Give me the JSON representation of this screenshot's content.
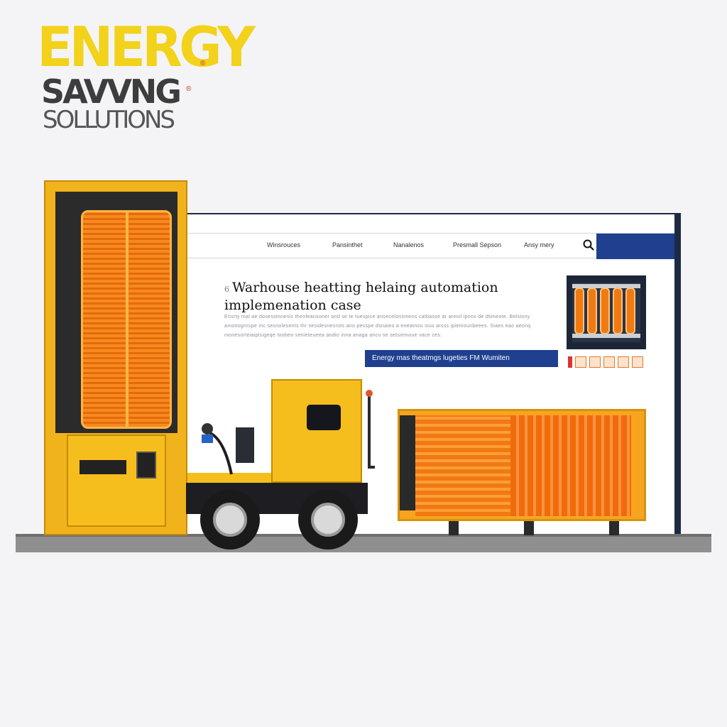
{
  "logo": {
    "line1": "ENERGY",
    "line2": "SAVVNG",
    "line3": "SOLLUTIONS"
  },
  "nav": {
    "links": [
      "Winsrouces",
      "Pansinthet",
      "Nanalenos",
      "Presmall Sepson",
      "Ansy mery"
    ]
  },
  "article": {
    "number": "6",
    "title": "Warhouse heatting helaing automation implemenation case",
    "body": "Ensrty mal ae dosessmnenis theofeansoner and se te tuespice ansecelonsmens catbasse ar arenil ipnos de dtimeote. Belstsny amonogrnspe inc sesnolesents thr sesidesnesrots ano pesspe dsnaieo a eneatnou sius arsss ipiemounbeees. Siaes eao aeonq nionesorteiaipisigeqe toobeo senieteueea andio inna anaga ancu se setsiemoue vace ces.",
    "banner": "Energy mas theatmgs lugeties FM Wumiten"
  },
  "colors": {
    "brand_yellow": "#f2d21b",
    "accent_blue": "#1f3f8f",
    "orange": "#f58a1f"
  },
  "icons": [
    "search-icon",
    "heater-thumbnail-icon"
  ]
}
